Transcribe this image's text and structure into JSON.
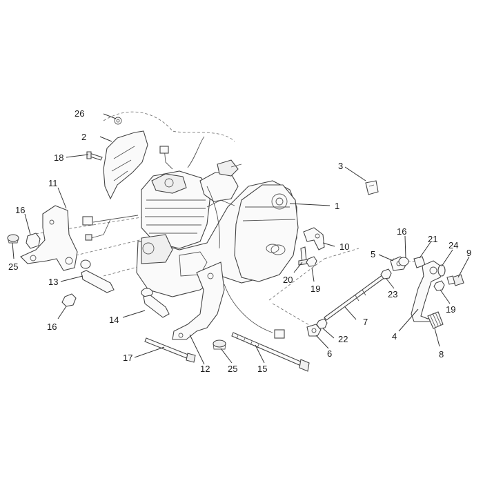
{
  "callouts": [
    {
      "id": "1",
      "text": "1"
    },
    {
      "id": "2",
      "text": "2"
    },
    {
      "id": "3",
      "text": "3"
    },
    {
      "id": "4",
      "text": "4"
    },
    {
      "id": "5",
      "text": "5"
    },
    {
      "id": "6",
      "text": "6"
    },
    {
      "id": "7",
      "text": "7"
    },
    {
      "id": "8",
      "text": "8"
    },
    {
      "id": "9",
      "text": "9"
    },
    {
      "id": "10",
      "text": "10"
    },
    {
      "id": "11",
      "text": "11"
    },
    {
      "id": "12",
      "text": "12"
    },
    {
      "id": "13",
      "text": "13"
    },
    {
      "id": "14",
      "text": "14"
    },
    {
      "id": "15",
      "text": "15"
    },
    {
      "id": "16a",
      "text": "16"
    },
    {
      "id": "16b",
      "text": "16"
    },
    {
      "id": "16c",
      "text": "16"
    },
    {
      "id": "17",
      "text": "17"
    },
    {
      "id": "18",
      "text": "18"
    },
    {
      "id": "19a",
      "text": "19"
    },
    {
      "id": "19b",
      "text": "19"
    },
    {
      "id": "20",
      "text": "20"
    },
    {
      "id": "21",
      "text": "21"
    },
    {
      "id": "22",
      "text": "22"
    },
    {
      "id": "23",
      "text": "23"
    },
    {
      "id": "24",
      "text": "24"
    },
    {
      "id": "25a",
      "text": "25"
    },
    {
      "id": "25b",
      "text": "25"
    },
    {
      "id": "26",
      "text": "26"
    }
  ]
}
